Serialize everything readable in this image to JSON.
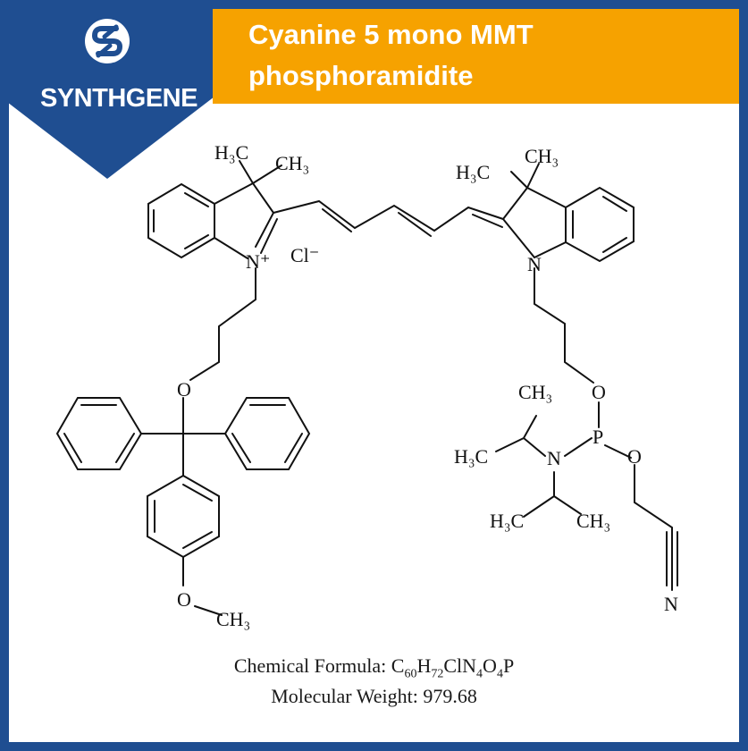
{
  "brand": {
    "name": "SYNTHGENE",
    "colors": {
      "primary": "#1f4e91",
      "accent": "#f6a200"
    }
  },
  "title": {
    "line1": "Cyanine 5 mono MMT",
    "line2": "phosphoramidite"
  },
  "structure": {
    "labels": {
      "h3c_left": "H₃C",
      "ch3_left": "CH₃",
      "n_plus": "N⁺",
      "chloride": "Cl⁻",
      "h3c_right": "H₃C",
      "ch3_right": "CH₃",
      "n_right": "N",
      "o_trityl": "O",
      "o_methoxy": "O",
      "ch3_methoxy": "CH₃",
      "o_upper": "O",
      "p": "P",
      "o_lower": "O",
      "n_amine": "N",
      "ch3_ipr_top": "CH₃",
      "h3c_ipr_top": "H₃C",
      "h3c_ipr_bottom": "H₃C",
      "ch3_ipr_bottom": "CH₃",
      "n_nitrile": "N"
    }
  },
  "caption": {
    "formula_label": "Chemical Formula: ",
    "formula_parts": [
      "C",
      "60",
      "H",
      "72",
      "ClN",
      "4",
      "O",
      "4",
      "P"
    ],
    "weight_label": "Molecular Weight: ",
    "weight_value": "979.68"
  }
}
